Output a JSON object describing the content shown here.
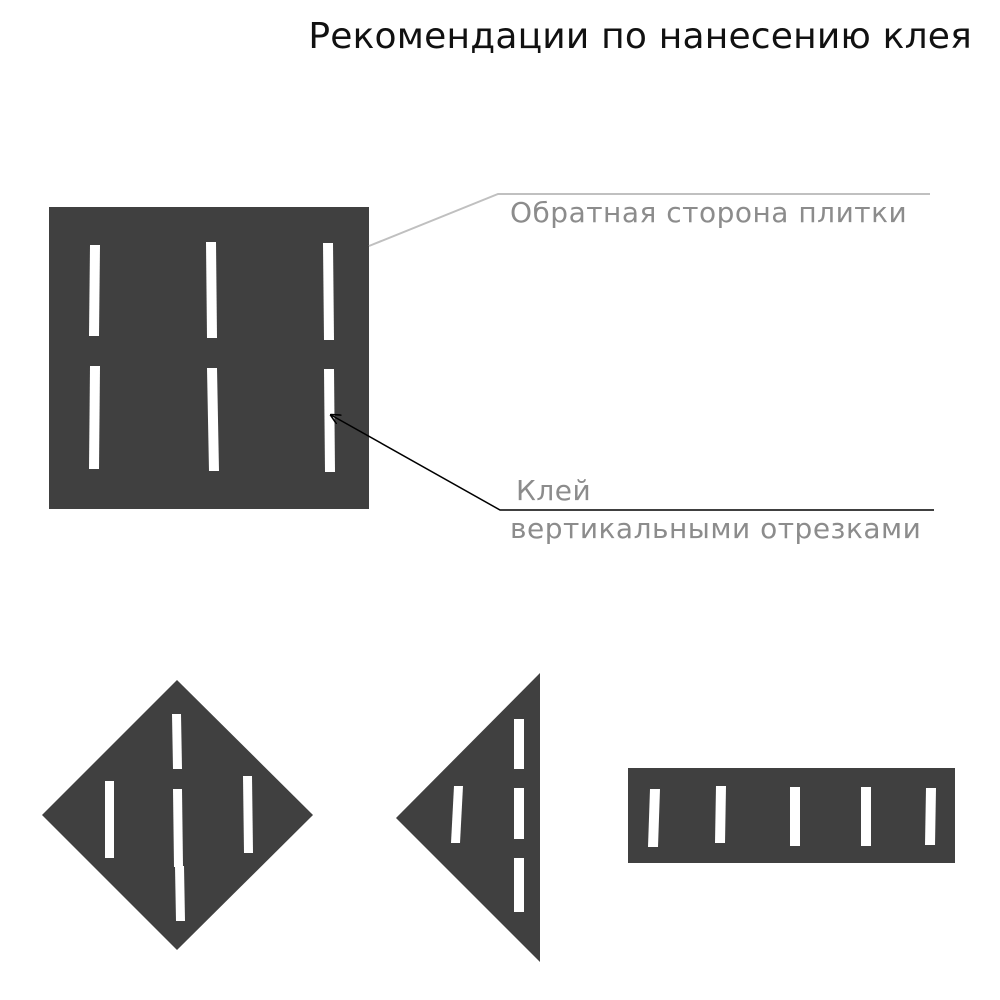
{
  "title": "Рекомендации по нанесению клея",
  "labels": {
    "back_side": "Обратная сторона плитки",
    "glue_line1": "Клей",
    "glue_line2": "вертикальными отрезками"
  },
  "colors": {
    "tile": "#404040",
    "glue": "#ffffff",
    "callout_gray": "#c0c0c0",
    "callout_arrow": "#000000",
    "label_text": "#8c8c8c",
    "title_text": "#111111"
  }
}
